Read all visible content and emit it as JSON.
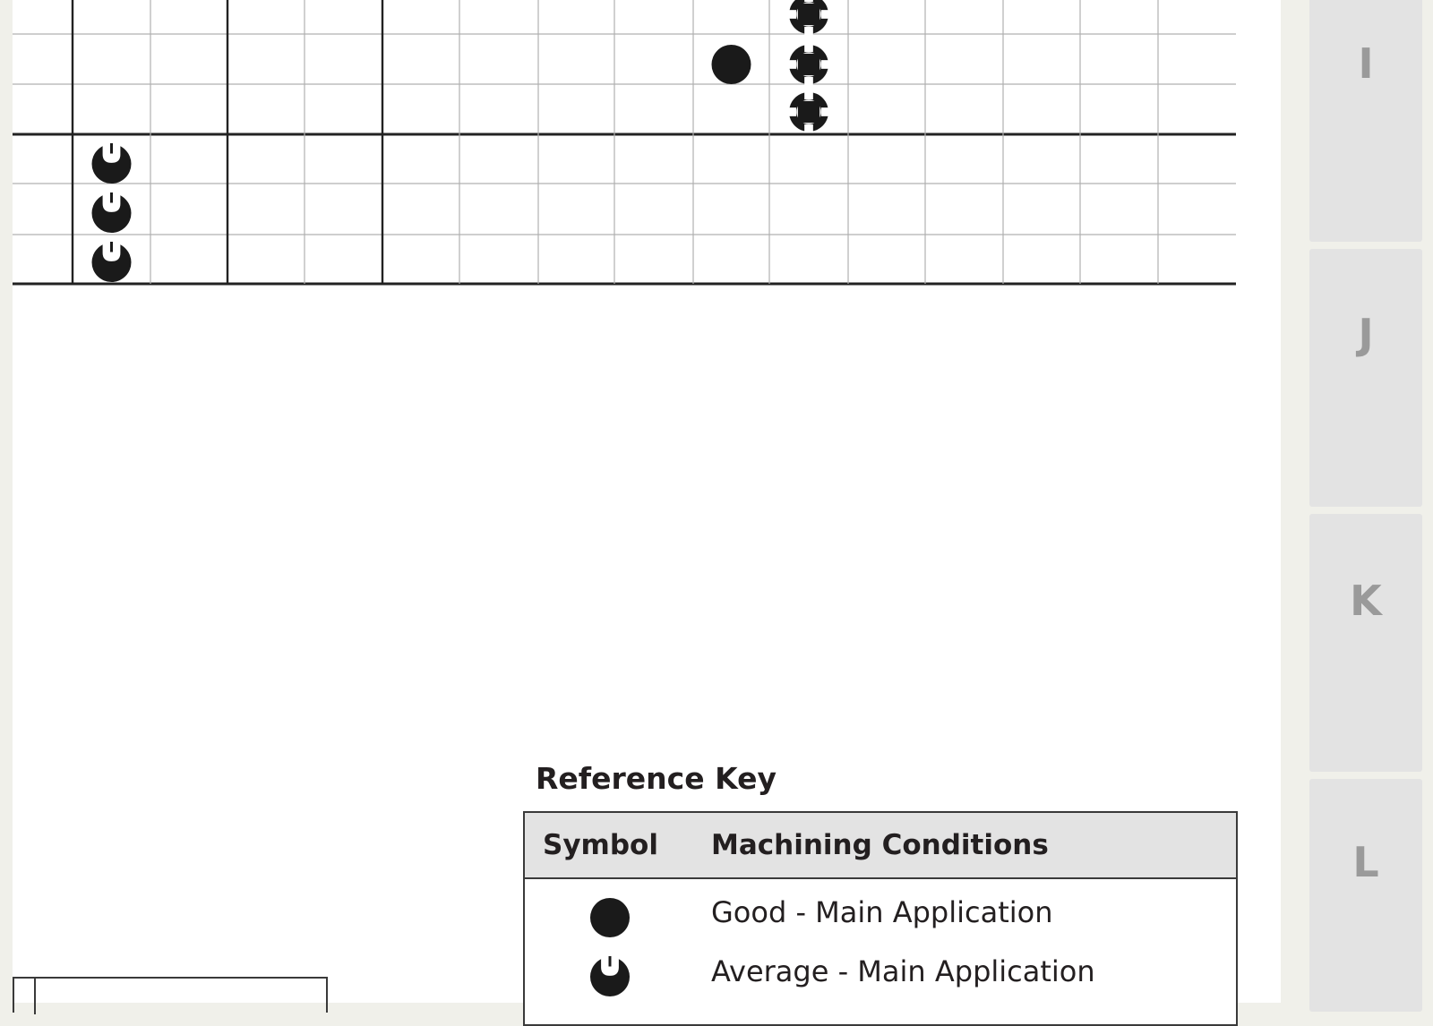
{
  "colors": {
    "background": "#f0f0ea",
    "page": "#ffffff",
    "grid_thin": "#b0b0b0",
    "grid_thick": "#222222",
    "symbol": "#1a1a1a",
    "tab_fill": "#e3e3e3",
    "tab_text": "#9a9a9a",
    "key_header": "#e3e3e3"
  },
  "side_tabs": [
    {
      "label": "I"
    },
    {
      "label": "J"
    },
    {
      "label": "K"
    },
    {
      "label": "L"
    }
  ],
  "grid": {
    "rows": 6,
    "marks": [
      {
        "row": 0,
        "col": 10,
        "symbol": "moderate-main"
      },
      {
        "row": 1,
        "col": 9,
        "symbol": "good-main"
      },
      {
        "row": 1,
        "col": 10,
        "symbol": "moderate-main"
      },
      {
        "row": 2,
        "col": 10,
        "symbol": "moderate-main"
      },
      {
        "row": 3,
        "col": 1,
        "symbol": "average-main"
      },
      {
        "row": 4,
        "col": 1,
        "symbol": "average-main"
      },
      {
        "row": 5,
        "col": 1,
        "symbol": "average-main"
      }
    ]
  },
  "reference_key": {
    "title": "Reference Key",
    "headers": {
      "symbol": "Symbol",
      "conditions": "Machining Conditions"
    },
    "rows": [
      {
        "symbol": "good-main",
        "text": "Good - Main Application"
      },
      {
        "symbol": "average-main",
        "text": "Average - Main Application"
      }
    ]
  }
}
